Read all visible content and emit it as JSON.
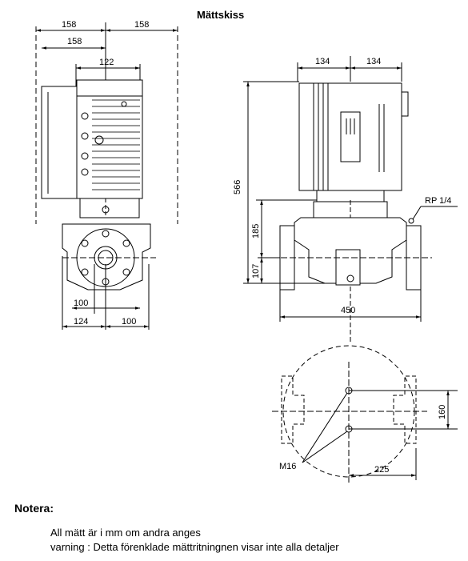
{
  "title": "Mättskiss",
  "dimensions": {
    "side_top_left": "158",
    "side_top_right": "158",
    "side_second": "158",
    "side_motor": "122",
    "side_port": "100",
    "side_base_left": "124",
    "side_base_right": "100",
    "front_top_left": "134",
    "front_top_right": "134",
    "front_height_total": "566",
    "front_height_mid": "185",
    "front_height_low": "107",
    "front_width": "450",
    "front_port_label": "RP 1/4",
    "plan_spacing": "160",
    "plan_offset": "225",
    "plan_bolt": "M16"
  },
  "notes": {
    "heading": "Notera:",
    "line1": "All mätt är i mm om andra anges",
    "line2": "varning : Detta förenklade mättritningnen visar inte alla detaljer"
  }
}
